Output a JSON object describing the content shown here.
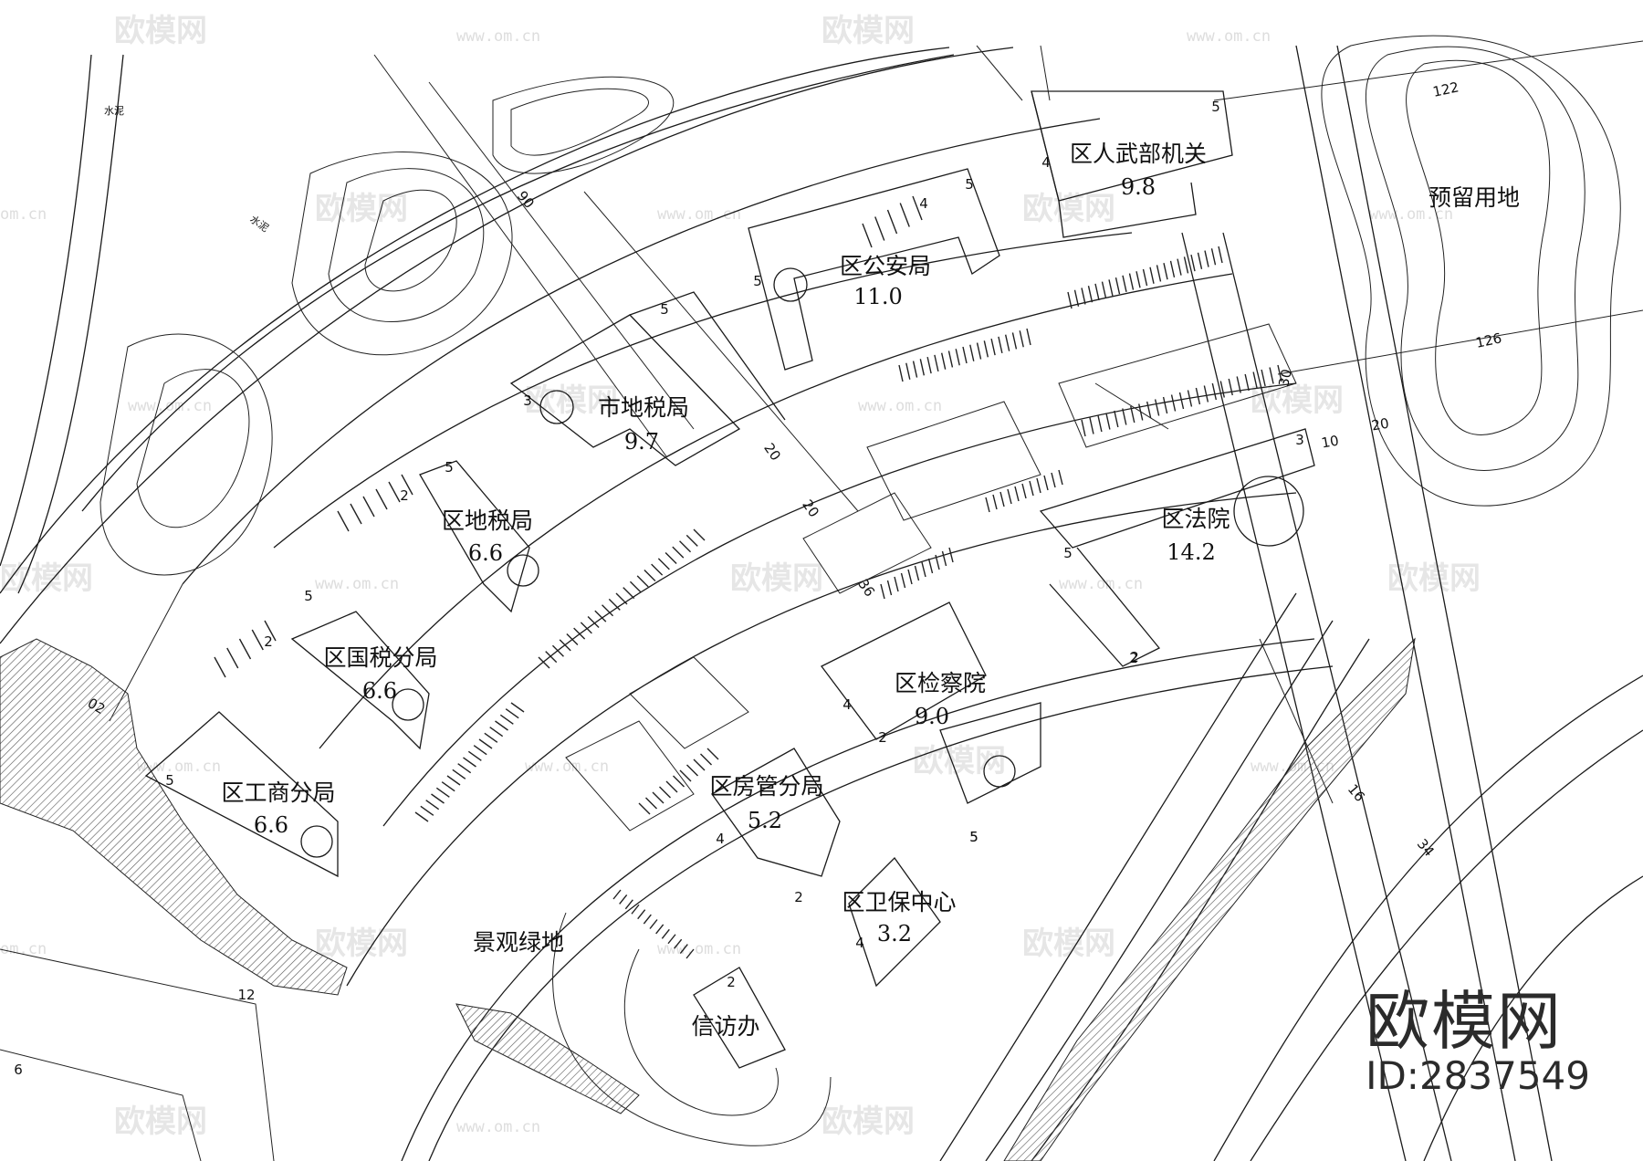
{
  "buildings": [
    {
      "id": "renwubu",
      "name": "区人武部机关",
      "value": "9.8"
    },
    {
      "id": "gongan",
      "name": "区公安局",
      "value": "11.0"
    },
    {
      "id": "shidishui",
      "name": "市地税局",
      "value": "9.7"
    },
    {
      "id": "qudishui",
      "name": "区地税局",
      "value": "6.6"
    },
    {
      "id": "guoshui",
      "name": "区国税分局",
      "value": "6.6"
    },
    {
      "id": "gongshang",
      "name": "区工商分局",
      "value": "6.6"
    },
    {
      "id": "fayuan",
      "name": "区法院",
      "value": "14.2"
    },
    {
      "id": "jianchayuan",
      "name": "区检察院",
      "value": "9.0"
    },
    {
      "id": "fangguan",
      "name": "区房管分局",
      "value": "5.2"
    },
    {
      "id": "weibao",
      "name": "区卫保中心",
      "value": "3.2"
    },
    {
      "id": "xinfang",
      "name": "信访办",
      "value": ""
    }
  ],
  "areas": {
    "reserved": "预留用地",
    "green": "景观绿地"
  },
  "road_labels": {
    "cement_1": "水泥",
    "cement_2": "水泥"
  },
  "dimensions": [
    "90",
    "20",
    "20",
    "36",
    "30",
    "10",
    "20",
    "16",
    "34",
    "12",
    "6",
    "02"
  ],
  "contours": [
    "122",
    "126"
  ],
  "floor_counts": [
    "5",
    "4",
    "5",
    "4",
    "5",
    "5",
    "3",
    "5",
    "2",
    "5",
    "2",
    "5",
    "5",
    "3",
    "5",
    "2",
    "4",
    "2",
    "4",
    "2",
    "4",
    "2",
    "5",
    "2"
  ],
  "watermarks": {
    "logo": "欧模网",
    "url": "www.om.cn",
    "url_short": "om.cn"
  },
  "brand": {
    "logo": "欧模网",
    "id": "ID:2837549"
  },
  "colors": {
    "line": "#1a1a1a",
    "hatch": "#555555",
    "watermark": "#d2d2d2"
  }
}
